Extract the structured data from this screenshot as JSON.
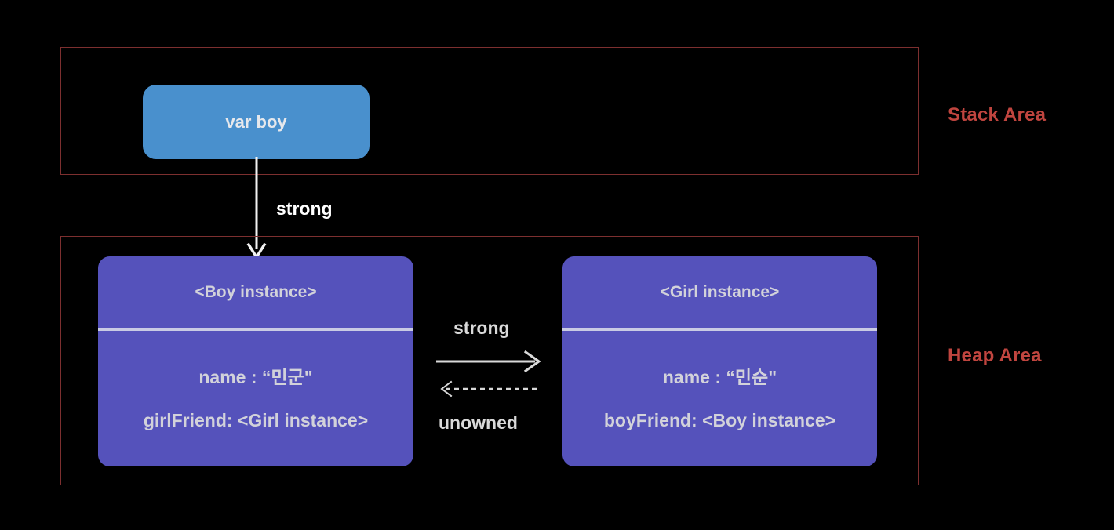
{
  "diagram": {
    "background_color": "#000000",
    "regions": [
      {
        "id": "stack",
        "label": "Stack Area",
        "border_color": "#7d2f2f",
        "label_color": "#c0453f"
      },
      {
        "id": "heap",
        "label": "Heap Area",
        "border_color": "#7d2f2f",
        "label_color": "#c0453f"
      }
    ],
    "stack_variable": {
      "label": "var boy",
      "fill_color": "#4990cd",
      "text_color": "#e6e8ec"
    },
    "instances": [
      {
        "id": "boy",
        "title": "<Boy instance>",
        "fields": [
          "name : “민군\"",
          "girlFriend: <Girl instance>"
        ],
        "fill_color": "#5552bb",
        "text_color": "#d2d2da"
      },
      {
        "id": "girl",
        "title": "<Girl instance>",
        "fields": [
          "name : “민순\"",
          "boyFriend: <Boy instance>"
        ],
        "fill_color": "#5552bb",
        "text_color": "#d2d2da"
      }
    ],
    "arrows": [
      {
        "id": "stack-to-boy",
        "label": "strong",
        "style": "solid",
        "direction": "down",
        "color": "#ffffff",
        "label_color": "#ffffff"
      },
      {
        "id": "boy-to-girl",
        "label": "strong",
        "style": "solid",
        "direction": "right",
        "color": "#d9d9d9",
        "label_color": "#d9d9d9"
      },
      {
        "id": "girl-to-boy",
        "label": "unowned",
        "style": "dashed",
        "direction": "left",
        "color": "#d9d9d9",
        "label_color": "#d9d9d9"
      }
    ]
  }
}
